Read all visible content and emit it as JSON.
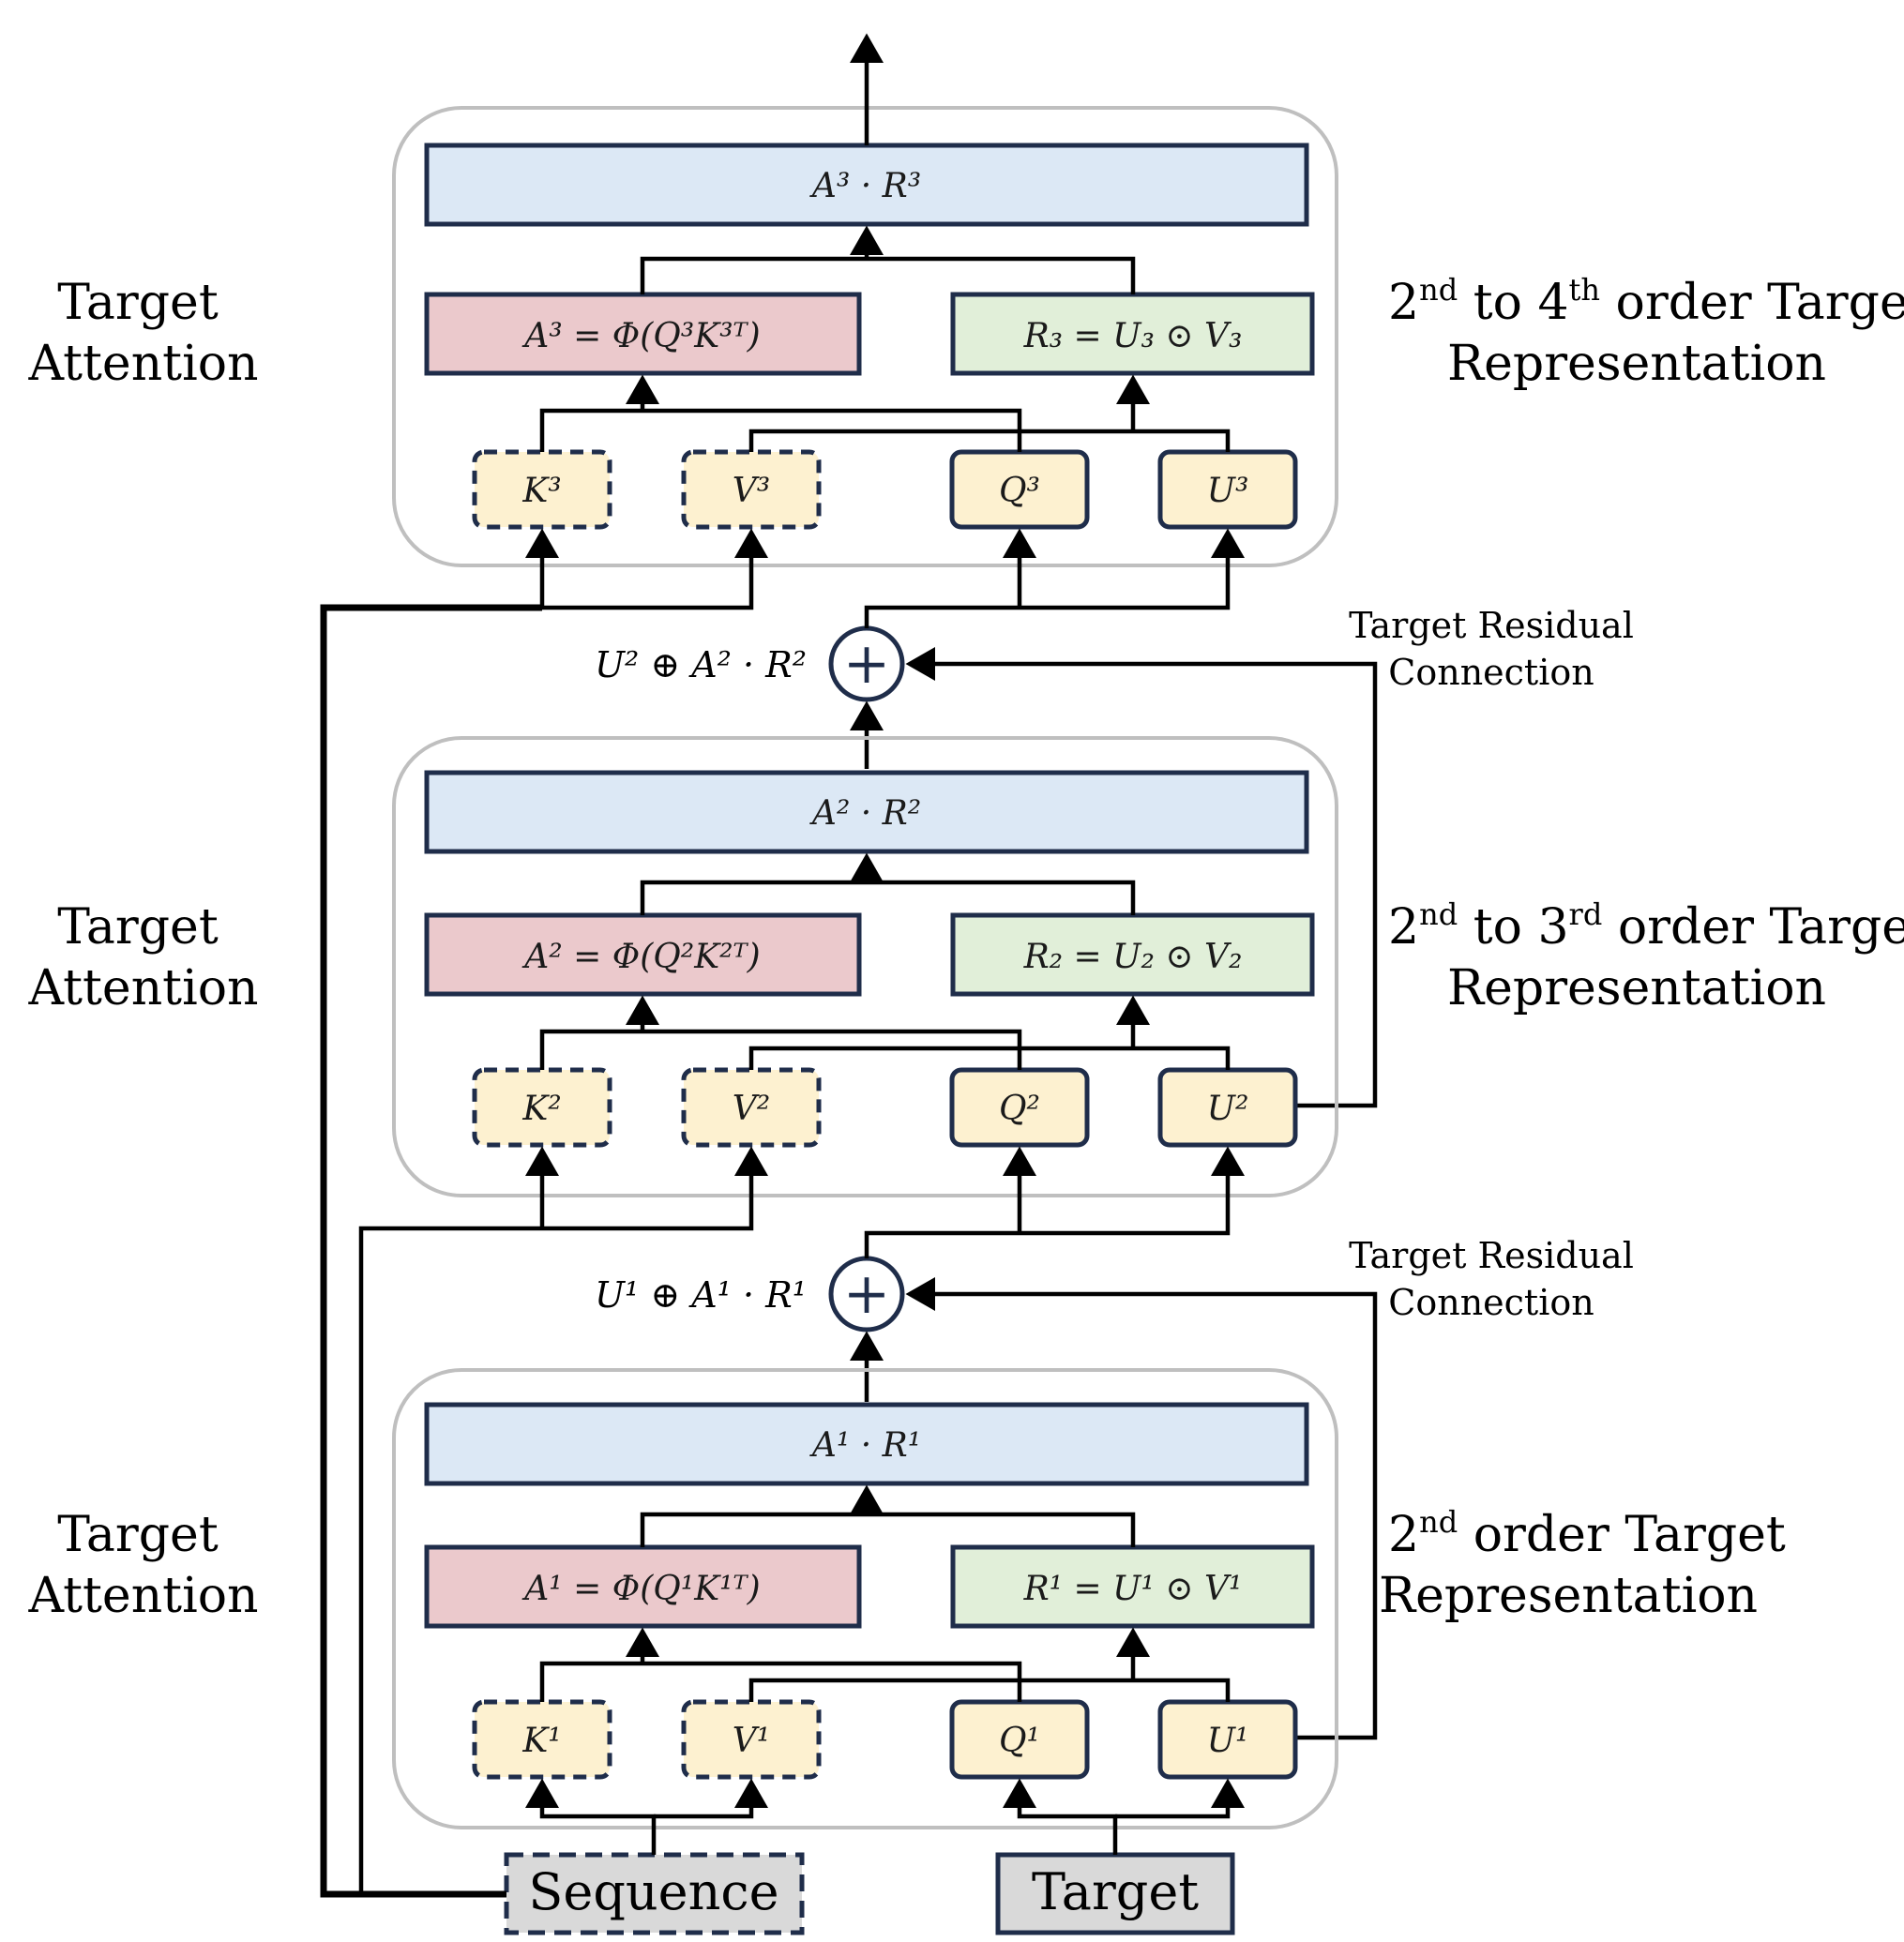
{
  "colors": {
    "blue_fill": "#dce8f5",
    "red_fill": "#ebc9cc",
    "green_fill": "#e1efd9",
    "yellow_fill": "#fdf1d0",
    "gray_fill": "#d9d9d9",
    "border": "#1f2d4a",
    "block_border": "#bfbfbf"
  },
  "blocks": [
    {
      "side_label_1": "Target",
      "side_label_2": "Attention",
      "order_sup_a": "nd",
      "order_sup_b": "th",
      "order_num_a": "2",
      "order_mid": " to 4",
      "order_tail": " order Target",
      "order_line2": "Representation",
      "top": "A³ · R³",
      "attn": "A³ = Φ(Q³K³ᵀ)",
      "rep": "R₃ = U₃ ⊙ V₃",
      "k": "K³",
      "v": "V³",
      "q": "Q³",
      "u": "U³"
    },
    {
      "side_label_1": "Target",
      "side_label_2": "Attention",
      "order_sup_a": "nd",
      "order_sup_b": "rd",
      "order_num_a": "2",
      "order_mid": " to 3",
      "order_tail": " order Target",
      "order_line2": "Representation",
      "top": "A² · R²",
      "attn": "A² = Φ(Q²K²ᵀ)",
      "rep": "R₂ = U₂ ⊙ V₂",
      "k": "K²",
      "v": "V²",
      "q": "Q²",
      "u": "U²"
    },
    {
      "side_label_1": "Target",
      "side_label_2": "Attention",
      "order_sup_a": "nd",
      "order_num_a": "2",
      "order_tail": " order Target",
      "order_line2": "Representation",
      "top": "A¹ · R¹",
      "attn": "A¹ = Φ(Q¹K¹ᵀ)",
      "rep": "R¹ = U¹ ⊙ V¹",
      "k": "K¹",
      "v": "V¹",
      "q": "Q¹",
      "u": "U¹"
    }
  ],
  "residuals": [
    {
      "sum_label": "U² ⊕ A² · R²",
      "plus": "+",
      "conn_line1": "Target Residual",
      "conn_line2": "Connection"
    },
    {
      "sum_label": "U¹ ⊕ A¹ · R¹",
      "plus": "+",
      "conn_line1": "Target Residual",
      "conn_line2": "Connection"
    }
  ],
  "inputs": {
    "sequence": "Sequence",
    "target": "Target"
  }
}
